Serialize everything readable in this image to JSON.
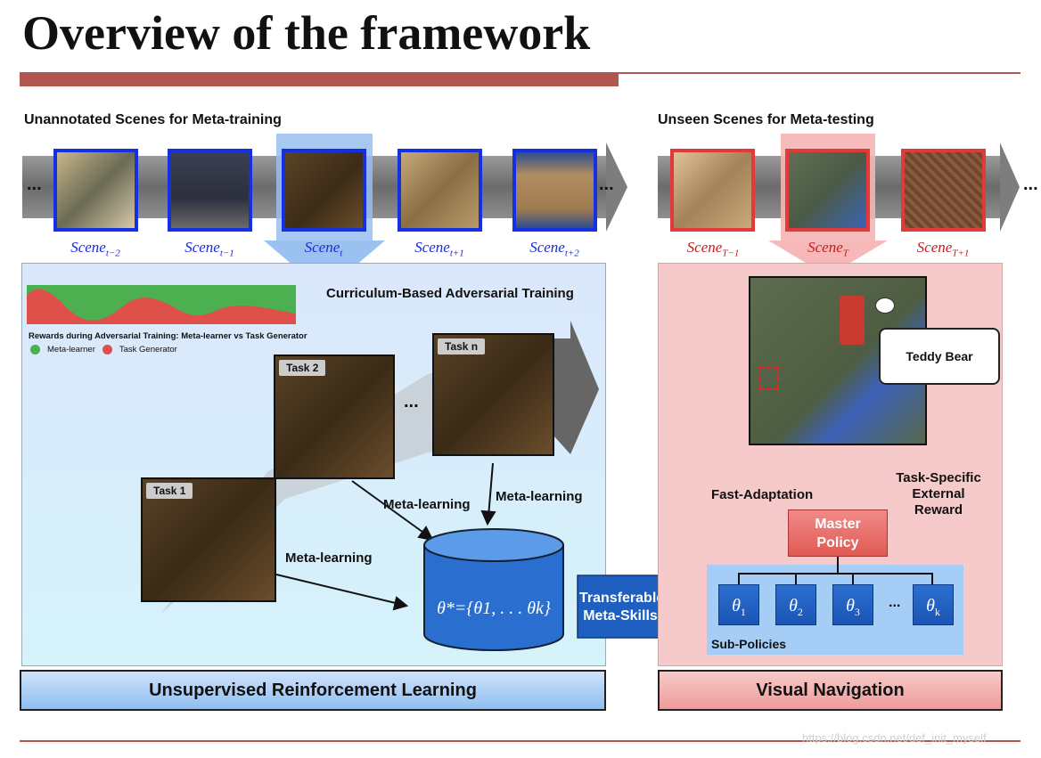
{
  "title": "Overview of the framework",
  "meta_training": {
    "heading": "Unannotated Scenes for Meta-training",
    "ellipsis": "...",
    "scenes": [
      {
        "base": "Scene",
        "sub": "t−2"
      },
      {
        "base": "Scene",
        "sub": "t−1"
      },
      {
        "base": "Scene",
        "sub": "t"
      },
      {
        "base": "Scene",
        "sub": "t+1"
      },
      {
        "base": "Scene",
        "sub": "t+2"
      }
    ]
  },
  "meta_testing": {
    "heading": "Unseen Scenes for Meta-testing",
    "ellipsis": "...",
    "scenes": [
      {
        "base": "Scene",
        "sub": "T−1"
      },
      {
        "base": "Scene",
        "sub": "T"
      },
      {
        "base": "Scene",
        "sub": "T+1"
      }
    ]
  },
  "left_panel": {
    "heading": "Curriculum-Based Adversarial Training",
    "chart_caption": "Rewards during Adversarial Training: Meta-learner vs Task Generator",
    "legend": [
      {
        "label": "Meta-learner",
        "color": "#4caf50"
      },
      {
        "label": "Task Generator",
        "color": "#e0504a"
      }
    ],
    "tasks": [
      "Task 1",
      "Task 2",
      "Task n"
    ],
    "task_dots": "...",
    "meta_learning_label": "Meta-learning",
    "theta_star": "θ*={θ1, . . . θk}",
    "footer": "Unsupervised Reinforcement Learning"
  },
  "transfer_arrow": {
    "line1": "Transferable",
    "line2": "Meta-Skills"
  },
  "right_panel": {
    "target_object": "Teddy Bear",
    "fast_adaptation": "Fast-Adaptation",
    "reward_label": [
      "Task-Specific",
      "External",
      "Reward"
    ],
    "master_policy": [
      "Master",
      "Policy"
    ],
    "sub_policies_label": "Sub-Policies",
    "thetas": [
      {
        "base": "θ",
        "sub": "1"
      },
      {
        "base": "θ",
        "sub": "2"
      },
      {
        "base": "θ",
        "sub": "3"
      },
      {
        "base": "θ",
        "sub": "k"
      }
    ],
    "theta_dots": "...",
    "footer": "Visual Navigation"
  },
  "watermark": "https://blog.csdn.net/def_init_myself"
}
